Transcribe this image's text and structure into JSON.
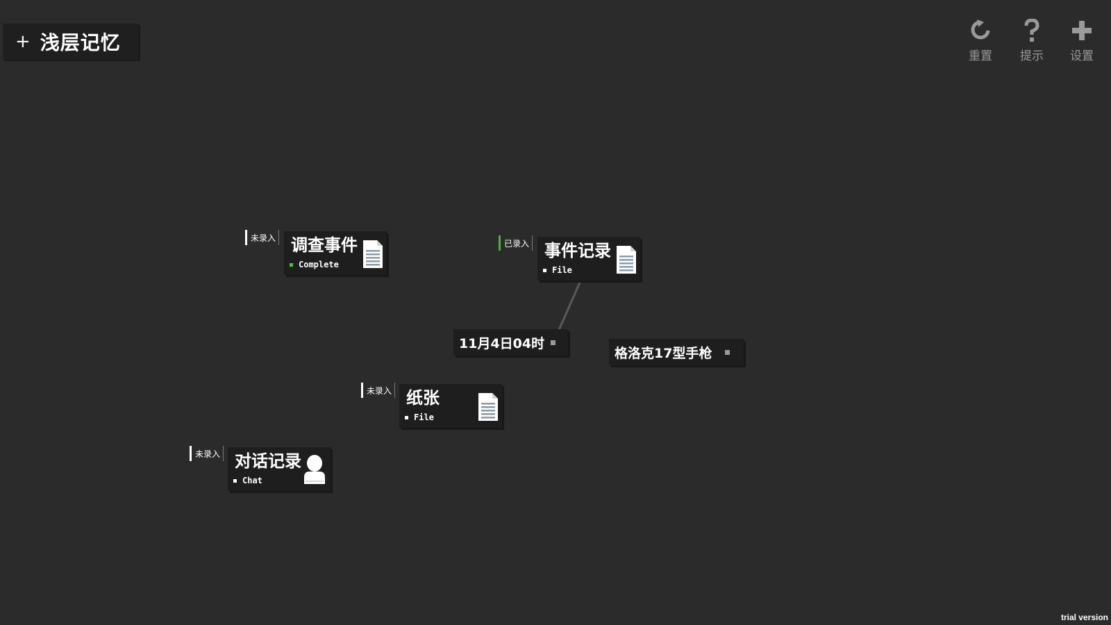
{
  "header": {
    "plus": "+",
    "title": "浅层记忆"
  },
  "toolbar": {
    "reset_label": "重置",
    "hint_label": "提示",
    "settings_label": "设置"
  },
  "cards": {
    "investigate": {
      "tag": "未录入",
      "name": "调查事件",
      "type": "Complete",
      "icon": "document-icon"
    },
    "event_record": {
      "tag": "已录入",
      "name": "事件记录",
      "type": "File",
      "icon": "document-icon"
    },
    "paper": {
      "tag": "未录入",
      "name": "纸张",
      "type": "File",
      "icon": "document-icon"
    },
    "chat_record": {
      "tag": "未录入",
      "name": "对话记录",
      "type": "Chat",
      "icon": "person-icon"
    }
  },
  "clues": {
    "time": "11月4日04时",
    "gun": "格洛克17型手枪"
  },
  "footer": {
    "trial": "trial version"
  },
  "colors": {
    "background": "#2b2b2b",
    "card": "#1e1e1e",
    "recorded_green": "#4cb040",
    "complete_green": "#39d12f"
  }
}
